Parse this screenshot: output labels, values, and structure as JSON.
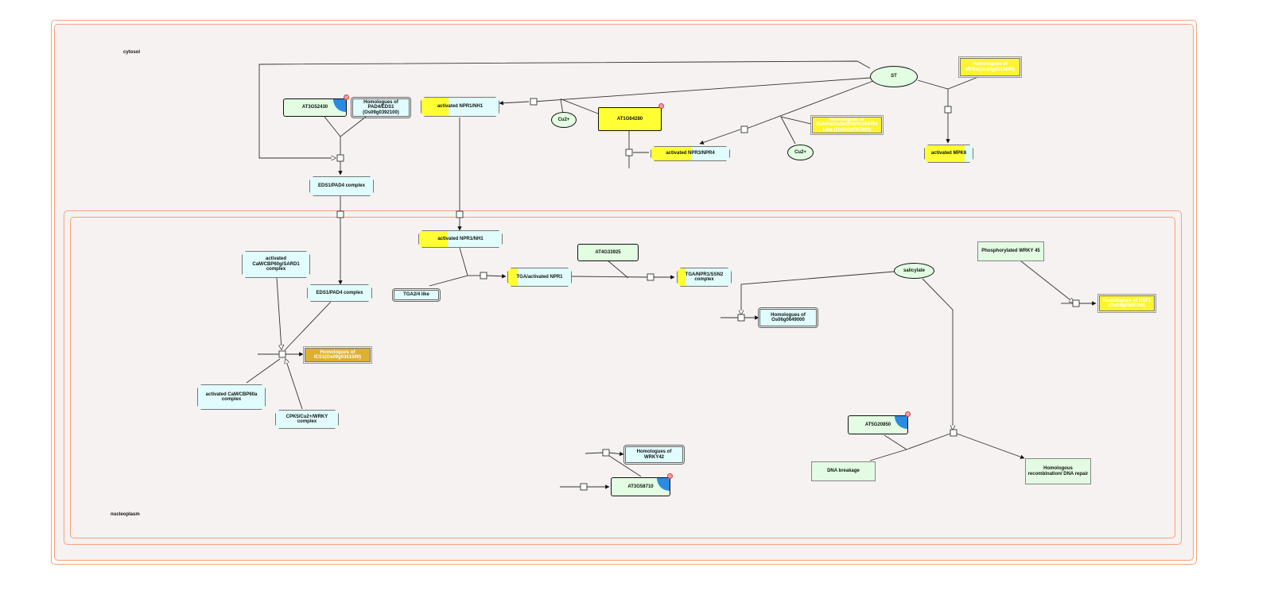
{
  "compartments": {
    "cytosol": "cytosol",
    "nucleoplasm": "nucleoplasm"
  },
  "colors": {
    "compartment_border": "#f7a07a",
    "compartment_fill": "#f6f2f1",
    "complex_fill": "#e0fcfc",
    "gene_fill": "#e2fde2",
    "highlight_yellow": "#ffff33",
    "gold": "#ddb030",
    "quarter_blue": "#2a8be0",
    "modification_pink": "#f0a0a0"
  },
  "nodes": {
    "st": "ST",
    "homologues_mpk6": "Homologues of MPK6(Os10g0533600)",
    "at3g52430": "AT3G52430",
    "homologues_pad4_eds1": "Homologues of PAD4/EDS1 (Os09g0392100)",
    "activated_npr1_nh1_cyto": "activated NPR1/NH1",
    "cu2_1": "Cu2+",
    "at1g64280": "AT1G64280",
    "homologues_osnh3": "Homologues of OsNH3/OsNH2/NPR3/NPR4 Like (Os01G0767900)",
    "activated_npr3_npr4": "activated NPR3/NPR4",
    "cu2_2": "Cu2+",
    "activated_mpk6": "activated MPK6",
    "eds1_pad4_complex_cyto": "EDS1/PAD4 complex",
    "activated_npr1_nh1_nuc": "activated NPR1/NH1",
    "at4g33925": "AT4G33925",
    "activated_cam_sard1": "activated CaM/CBP60g/SARD1 complex",
    "eds1_pad4_complex_nuc": "EDS1/PAD4 complex",
    "tga_activated_npr1": "TGA/activated NPR1",
    "tga_npr1_ssn2": "TGA/NPR1/SSN2 complex",
    "tga2_4_like": "TGA2/4 like",
    "salicylate": "salicylate",
    "phosphorylated_wrky45": "Phosphorylated WRKY 45",
    "homologues_hsf1": "Homologues of HSF1 (Os04g0568700)",
    "homologues_os06g": "Homologues of Os06g0649000",
    "homologues_ics1": "Homologues of ICS1(Os09g0361500)",
    "activated_cam_cbp60a": "activated CaM/CBP60a complex",
    "cpk5_wrky": "CPK5/Cu2+/WRKY complex",
    "at5g20850": "AT5G20850",
    "homologues_wrky42": "Homologues of WRKY42",
    "dna_breakage": "DNA breakage",
    "homologous_recombination": "Homologous recombination/ DNA repair",
    "at3g58710": "AT3G58710"
  }
}
